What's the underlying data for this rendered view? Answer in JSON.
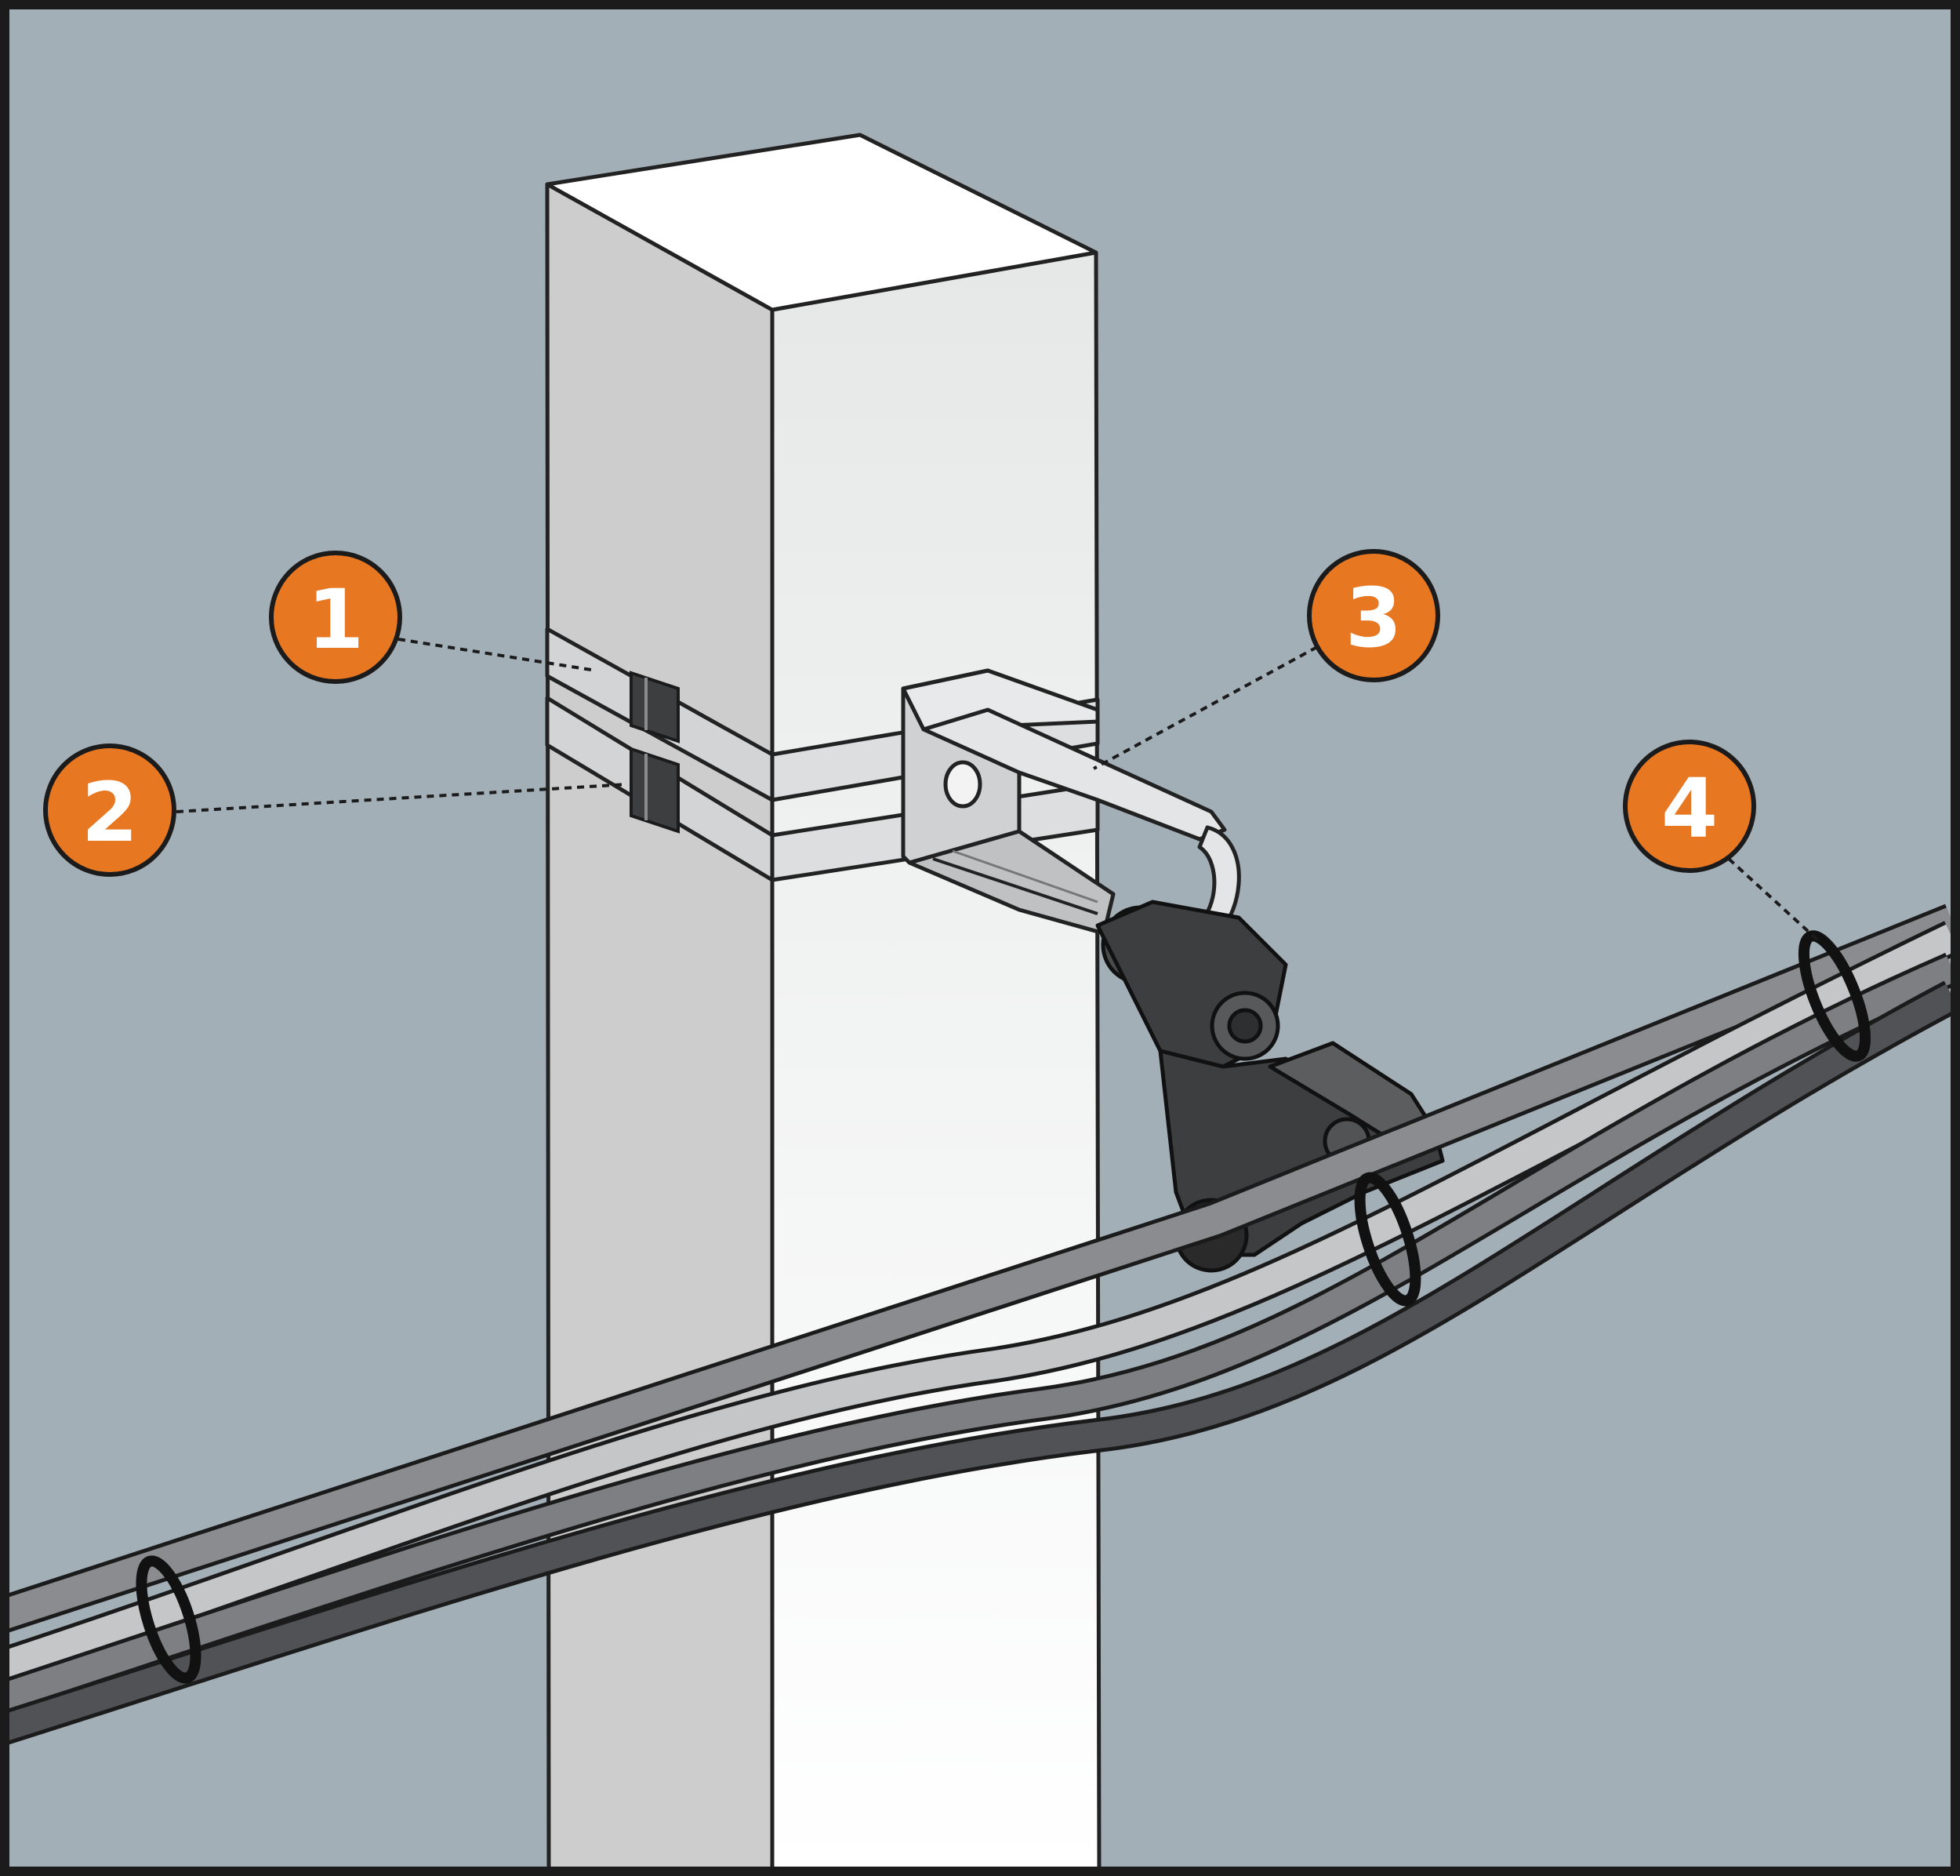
{
  "colors": {
    "background": "#a3afb7",
    "frame": "#1b1b1b",
    "pole_front": "#f1f2f2",
    "pole_side": "#cdcdcd",
    "band": "#d2d4d5",
    "bracket": "#dcdedf",
    "clamp": "#3d3e40",
    "cable_light": "#c4c6c8",
    "cable_mid": "#7d7f82",
    "cable_dark": "#505256",
    "callout_fill": "#e87722",
    "callout_text": "#ffffff"
  },
  "callouts": [
    {
      "id": "1",
      "label": "1",
      "refers_to": "strap-band-upper"
    },
    {
      "id": "2",
      "label": "2",
      "refers_to": "strap-buckle-lower"
    },
    {
      "id": "3",
      "label": "3",
      "refers_to": "suspension-bracket"
    },
    {
      "id": "4",
      "label": "4",
      "refers_to": "cable-tie"
    }
  ]
}
